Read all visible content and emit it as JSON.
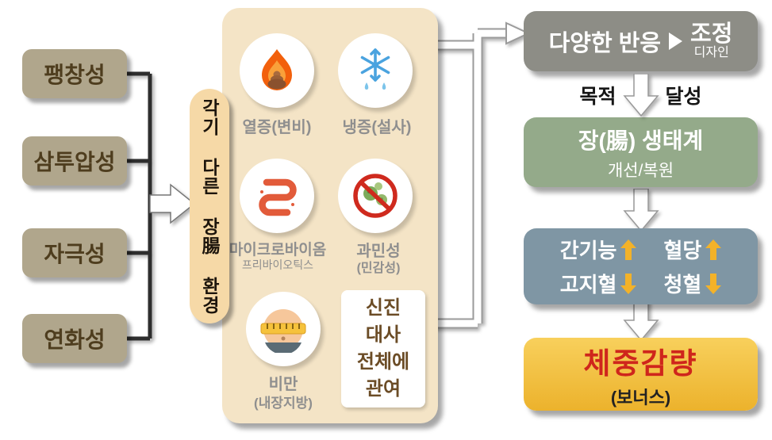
{
  "colors": {
    "factor_box": "#b0a68c",
    "env_pill": "#f6d9a7",
    "panel": "#f4e4c6",
    "gray_box": "#8d8d86",
    "green_box": "#94aa8a",
    "blue_box": "#7f96a4",
    "gold_box": "#f2c04a",
    "weightloss_text": "#cf261c",
    "gold_arrow": "#f3b229"
  },
  "left_factors": {
    "items": [
      {
        "label": "팽창성"
      },
      {
        "label": "삼투압성"
      },
      {
        "label": "자극성"
      },
      {
        "label": "연화성"
      }
    ]
  },
  "env_pill": {
    "label": "각기 다른 장腸 환경"
  },
  "symptom_panel": {
    "items": [
      {
        "icon": "fire-poop-icon",
        "title": "열증(변비)",
        "subtitle": ""
      },
      {
        "icon": "snowflake-icon",
        "title": "냉증(설사)",
        "subtitle": ""
      },
      {
        "icon": "intestine-icon",
        "title": "마이크로바이옴",
        "subtitle": "프리바이오틱스"
      },
      {
        "icon": "no-germs-icon",
        "title": "과민성",
        "subtitle": "(민감성)"
      },
      {
        "icon": "belly-tape-icon",
        "title": "비만",
        "subtitle": "(내장지방)"
      }
    ],
    "metabolism_note": {
      "lines": [
        "신진",
        "대사",
        "전체에",
        "관여"
      ]
    }
  },
  "flow_right": {
    "reaction_box": {
      "text": "다양한 반응",
      "result": "조정",
      "result_sub": "디자인"
    },
    "goal_text": {
      "left": "목적",
      "right": "달성"
    },
    "ecosystem_box": {
      "title": "장(腸) 생태계",
      "subtitle": "개선/복원"
    },
    "effects_box": {
      "row1": [
        {
          "label": "간기능",
          "direction": "up"
        },
        {
          "label": "혈당",
          "direction": "up"
        }
      ],
      "row2": [
        {
          "label": "고지혈",
          "direction": "down"
        },
        {
          "label": "청혈",
          "direction": "down"
        }
      ]
    },
    "result_box": {
      "title": "체중감량",
      "subtitle": "(보너스)"
    }
  }
}
